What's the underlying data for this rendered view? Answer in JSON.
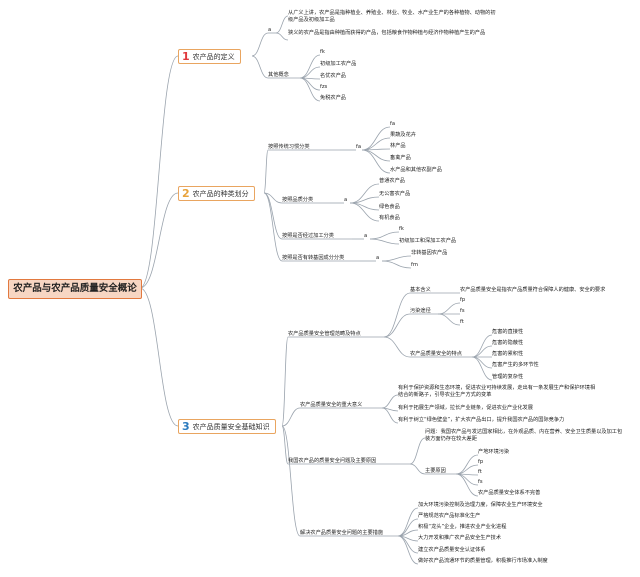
{
  "root": "农产品与农产品质量安全概论",
  "colors": {
    "line": "#9aa3ad",
    "num1": "#e03a3e",
    "num2": "#e8a33c",
    "num3": "#2b7bbf",
    "root_border": "#e2793f",
    "topic_border": "#e9a560"
  },
  "b1": {
    "num": "1",
    "label": "农产品的定义",
    "a": "a",
    "a1": "从广义上讲，农产品是指种植业、养殖业、林业、牧业、水产业生产的各种植物、动物的初级产品及初级加工品",
    "a2": "狭义的农产品是指由种植而获得的产品，包括粮食作物种植与经济作物种植产生的产品",
    "other": "其他概念",
    "items": [
      "fk",
      "初级加工农产品",
      "名优农产品",
      "fzs",
      "免税农产品"
    ]
  },
  "b2": {
    "num": "2",
    "label": "农产品的种类划分",
    "c1": "按照传统习惯分类",
    "c1k": "fa",
    "c1items": [
      "fa",
      "果蔬及花卉",
      "林产品",
      "畜禽产品",
      "水产品和其他农副产品"
    ],
    "c2": "按照品质分类",
    "c2k": "a",
    "c2items": [
      "普通农产品",
      "无公害农产品",
      "绿色食品",
      "有机食品"
    ],
    "c3": "按照是否经过加工分类",
    "c3k": "a",
    "c3items": [
      "fk",
      "初级加工和深加工农产品"
    ],
    "c4": "按照是否有转基因成分分类",
    "c4k": "a",
    "c4items": [
      "非转基因农产品",
      "fm"
    ]
  },
  "b3": {
    "num": "3",
    "label": "农产品质量安全基础知识",
    "s1": "农产品质量安全管理范畴及特点",
    "s1a": "基本含义",
    "s1a1": "农产品质量安全是指农产品质量符合保障人的健康、安全的要求",
    "s1b": "污染途径",
    "s1b_items": [
      "fp",
      "fs",
      "ft"
    ],
    "s1c": "农产品质量安全的特点",
    "s1c_items": [
      "危害的直接性",
      "危害的隐蔽性",
      "危害的累积性",
      "危害产生的多环节性",
      "管理的复杂性"
    ],
    "s2": "农产品质量安全的重大意义",
    "s2_items": [
      "有利于保护资源和生态环境，促进农业可持续发展，走出有一条发展生产和保护环境相结合的新路子，引导农业生产方式的变革",
      "有利于拓展生产领域，拉长产业链条，促进农业产业化发展",
      "有利于树立“绿色壁垒”，扩大农产品出口，提升我国农产品的国际竞争力"
    ],
    "s3": "我国农产品的质量安全问题及主要原因",
    "s3a": "问题：我国农产品与发达国家相比，在外观品质、内在营养、安全卫生质量以及加工包装方面仍存在较大差距",
    "s3b": "主要原因",
    "s3b_items": [
      "产地环境污染",
      "fp",
      "ft",
      "fs",
      "农产品质量安全体系不完善"
    ],
    "s4": "解决农产品质量安全问题的主要措施",
    "s4_items": [
      "加大环境污染控制及治理力度，保障农业生产环境安全",
      "严格规范农产品标准化生产",
      "积极“龙头”企业，推进农业产业化进程",
      "大力开发和推广农产品安全生产技术",
      "建立农产品质量安全认证体系",
      "做好农产品流通环节的质量管理，积极推行市场准入制度"
    ]
  }
}
